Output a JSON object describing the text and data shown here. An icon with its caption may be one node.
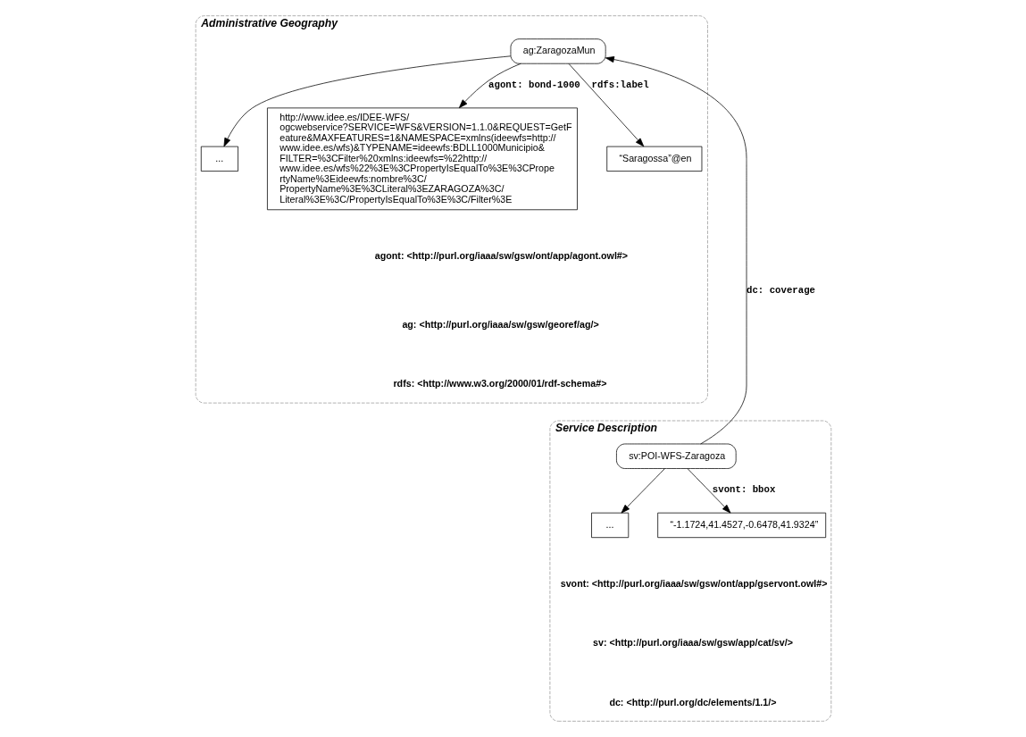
{
  "diagram": {
    "nodes": [
      {
        "text": [
          "Administrative Geography"
        ]
      },
      {
        "text": [
          "..."
        ],
        "in": 0
      },
      {
        "text": [
          "ag:ZaragozaMun"
        ],
        "in": 0
      },
      {
        "text": [
          "http://www.idee.es/IDEE-WFS/ogcwebservice?SERVICE=WFS&VERSION=1.1.0&REQUEST=GetFeature&MAXFEATURES=1&NAMESPACE=xmlns(ideewfs=http://www.idee.es/wfs)&TYPENAME=ideewfs:BDLL1000Municipio&FILTER=%3CFilter%20xmlns:ideewfs=%22http://www.idee.es/wfs%22%3E%3CPropertyIsEqualTo%3E%3CPropertyName%3Eideewfs:nombre%3C/PropertyName%3E%3CLiteral%3EZARAGOZA%3C/Literal%3E%3C/PropertyIsEqualTo%3E%3C/Filter%3E"
        ],
        "in": 0
      },
      {
        "text": [
          "“Saragossa”@en"
        ],
        "in": 0
      },
      {
        "text": [
          "Service Description"
        ]
      },
      {
        "text": [
          "sv:POI-WFS-Zaragoza"
        ],
        "in": 5
      },
      {
        "text": [
          "..."
        ],
        "in": 5
      },
      {
        "text": [
          "“-1.1724,41.4527,-0.6478,41.9324”"
        ],
        "in": 5
      }
    ],
    "edges": [
      {
        "from": 2,
        "to": 1,
        "arrow": "to"
      },
      {
        "from": 2,
        "to": 3,
        "arrow": "to",
        "label": "agont: bond-1000"
      },
      {
        "from": 2,
        "to": 4,
        "arrow": "to",
        "label": "rdfs:label"
      },
      {
        "from": 6,
        "to": 2,
        "arrow": "to",
        "label": "dc: coverage"
      },
      {
        "from": 6,
        "to": 8,
        "arrow": "to",
        "label": "svont: bbox"
      },
      {
        "from": 6,
        "to": 7,
        "arrow": "to"
      }
    ],
    "labels": [
      "agont: <http://purl.org/iaaa/sw/gsw/ont/app/agont.owl#>",
      "ag: <http://purl.org/iaaa/sw/gsw/georef/ag/>",
      "rdfs: <http://www.w3.org/2000/01/rdf-schema#>",
      "svont: <http://purl.org/iaaa/sw/gsw/ont/app/gservont.owl#>",
      "sv: <http://purl.org/iaaa/sw/gsw/app/cat/sv/>",
      "dc: <http://purl.org/dc/elements/1.1/>"
    ]
  }
}
